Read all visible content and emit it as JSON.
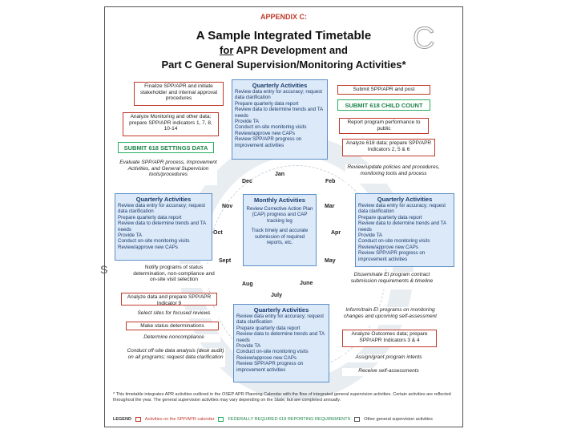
{
  "header": {
    "appendix": "APPENDIX C:",
    "title_line1": "A Sample Integrated Timetable",
    "title_line2_prefix": "for",
    "title_line2_rest": " APR Development and",
    "title_line3": "Part C General Supervision/Monitoring Activities*",
    "corner_letter": "C"
  },
  "left_items": {
    "finalize": "Finalize SPP/APR and initiate stakeholder and internal approval procedures",
    "analyze_monitoring": "Analyze Monitoring and other data; prepare SPP/APR indicators 1, 7, 8, 10-14",
    "submit618": "SUBMIT 618 SETTINGS DATA",
    "evaluate": "Evaluate SPP/APR process, Improvement Activities, and General Supervision tools/procedures",
    "notify": "Notify programs of status determination, non-compliance and on-site visit selection",
    "analyze9": "Analyze data and prepare SPP/APR Indicator 9",
    "select_sites": "Select sites for focused reviews",
    "status_det": "Make status determinations",
    "determine": "Determine noncompliance",
    "offsite": "Conduct off-site data analysis (desk audit) on all programs; request data clarification"
  },
  "right_items": {
    "submit_post": "Submit SPP/APR and post",
    "child_count": "SUBMIT 618 CHILD COUNT",
    "report_public": "Report program performance to public",
    "analyze618": "Analyze 618 data; prepare SPP/APR Indicators 2, 5 & 6",
    "review_update": "Review/update policies and procedures, monitoring tools and process",
    "disseminate": "Disseminate EI program contract submission requirements & timeline",
    "inform": "Inform/train EI programs on monitoring changes and upcoming self-assessment",
    "outcomes": "Analyze Outcomes data; prepare SPP/APR Indicators 3 & 4",
    "assign": "Assign/grant program intents",
    "receive": "Receive self-assessments"
  },
  "quarterly": {
    "heading": "Quarterly Activities",
    "lines": [
      "Review data entry for accuracy; request data clarification",
      "Prepare quarterly data report",
      "Review data to determine trends and TA needs",
      "Provide TA",
      "Conduct on-site monitoring visits",
      "Review/approve new CAPs",
      "Review SPP/APR progress on improvement activities"
    ]
  },
  "monthly": {
    "heading": "Monthly Activities",
    "line1": "Review Corrective Action Plan (CAP) progress and CAP tracking log",
    "line2": "Track timely and accurate submission of required reports, etc."
  },
  "months": {
    "jan": "Jan",
    "feb": "Feb",
    "mar": "Mar",
    "apr": "Apr",
    "may": "May",
    "june": "June",
    "july": "July",
    "aug": "Aug",
    "sept": "Sept",
    "oct": "Oct",
    "nov": "Nov",
    "dec": "Dec"
  },
  "footnote": "* This timetable integrates APR activities outlined in the OSEP APR Planning Calendar with the flow of integrated general supervision activities. Certain activities are reflected throughout the year. The general supervision activities may vary depending on the State, but are completed annually.",
  "legend": {
    "title": "LEGEND",
    "red": "Activities on the SPP/APR calendar",
    "green": "FEDERALLY REQUIRED 618 REPORTING REQUIREMENTS",
    "plain": "Other general supervision activities"
  },
  "stray_letter": "S",
  "colors": {
    "red": "#c0392b",
    "green": "#27ae60",
    "blue_fill": "#dbe9f8",
    "blue_border": "#5d8fc9"
  }
}
